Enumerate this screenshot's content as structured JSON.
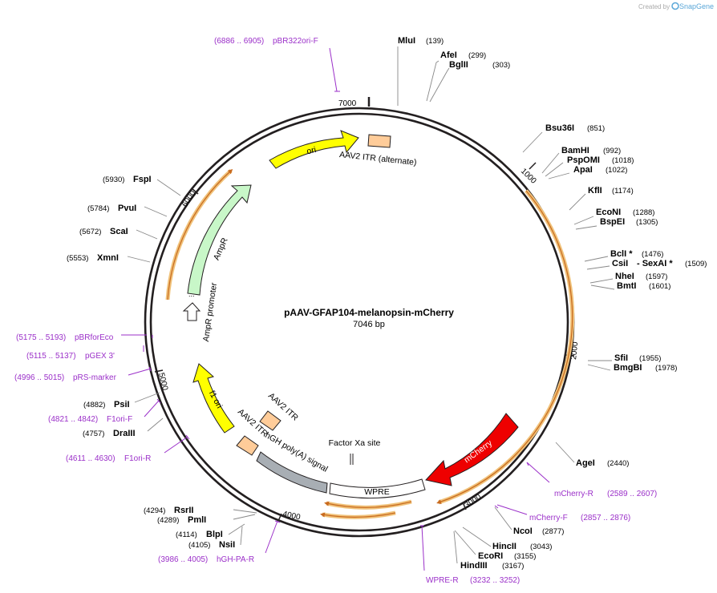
{
  "credit": {
    "prefix": "Created by",
    "brand": "SnapGene"
  },
  "plasmid": {
    "name": "pAAV-GFAP104-melanopsin-mCherry",
    "length": "7046 bp"
  },
  "ticks": [
    "1000",
    "2000",
    "3000",
    "4000",
    "5000",
    "6000",
    "7000"
  ],
  "enzymes": [
    {
      "name": "MluI",
      "pos": "(139)"
    },
    {
      "name": "AfeI",
      "pos": "(299)"
    },
    {
      "name": "BglII",
      "pos": "(303)"
    },
    {
      "name": "Bsu36I",
      "pos": "(851)"
    },
    {
      "name": "BamHI",
      "pos": "(992)"
    },
    {
      "name": "PspOMI",
      "pos": "(1018)"
    },
    {
      "name": "ApaI",
      "pos": "(1022)"
    },
    {
      "name": "KflI",
      "pos": "(1174)"
    },
    {
      "name": "EcoNI",
      "pos": "(1288)"
    },
    {
      "name": "BspEI",
      "pos": "(1305)"
    },
    {
      "name": "BclI *",
      "pos": "(1476)"
    },
    {
      "name": "CsiI",
      "pos": "(1509)",
      "extra": "- SexAI *"
    },
    {
      "name": "NheI",
      "pos": "(1597)"
    },
    {
      "name": "BmtI",
      "pos": "(1601)"
    },
    {
      "name": "SfiI",
      "pos": "(1955)"
    },
    {
      "name": "BmgBI",
      "pos": "(1978)"
    },
    {
      "name": "AgeI",
      "pos": "(2440)"
    },
    {
      "name": "NcoI",
      "pos": "(2877)"
    },
    {
      "name": "HincII",
      "pos": "(3043)"
    },
    {
      "name": "EcoRI",
      "pos": "(3155)"
    },
    {
      "name": "HindIII",
      "pos": "(3167)"
    },
    {
      "name": "RsrII",
      "pos": "(4294)"
    },
    {
      "name": "PmlI",
      "pos": "(4289)"
    },
    {
      "name": "BlpI",
      "pos": "(4114)"
    },
    {
      "name": "NsiI",
      "pos": "(4105)"
    },
    {
      "name": "DraIII",
      "pos": "(4757)"
    },
    {
      "name": "PsiI",
      "pos": "(4882)"
    },
    {
      "name": "XmnI",
      "pos": "(5553)"
    },
    {
      "name": "ScaI",
      "pos": "(5672)"
    },
    {
      "name": "PvuI",
      "pos": "(5784)"
    },
    {
      "name": "FspI",
      "pos": "(5930)"
    }
  ],
  "primers": [
    {
      "range": "(6886 .. 6905)",
      "name": "pBR322ori-F"
    },
    {
      "range": "(2589 .. 2607)",
      "name": "mCherry-R"
    },
    {
      "range": "(2857 .. 2876)",
      "name": "mCherry-F"
    },
    {
      "range": "(3232 .. 3252)",
      "name": "WPRE-R"
    },
    {
      "range": "(3986 .. 4005)",
      "name": "hGH-PA-R"
    },
    {
      "range": "(4611 .. 4630)",
      "name": "F1ori-R"
    },
    {
      "range": "(4821 .. 4842)",
      "name": "F1ori-F"
    },
    {
      "range": "(4996 .. 5015)",
      "name": "pRS-marker"
    },
    {
      "range": "(5115 .. 5137)",
      "name": "pGEX 3'"
    },
    {
      "range": "(5175 .. 5193)",
      "name": "pBRforEco"
    }
  ],
  "features": [
    {
      "name": "ori"
    },
    {
      "name": "AAV2 ITR (alternate)"
    },
    {
      "name": "AmpR"
    },
    {
      "name": "AmpR promoter"
    },
    {
      "name": "f1 ori"
    },
    {
      "name": "AAV2 ITR"
    },
    {
      "name": "AAV2 ITR"
    },
    {
      "name": "hGH poly(A) signal"
    },
    {
      "name": "WPRE"
    },
    {
      "name": "Factor Xa site"
    },
    {
      "name": "mCherry"
    }
  ],
  "colors": {
    "backbone": "#231f20",
    "primer": "#9b30c9",
    "ori": "#ffff00",
    "amp": "#c8f7c8",
    "itr": "#ffcc99",
    "polyA": "#a8aeb4",
    "mcherry": "#ee0000",
    "orf_band": "#f0c27a"
  }
}
